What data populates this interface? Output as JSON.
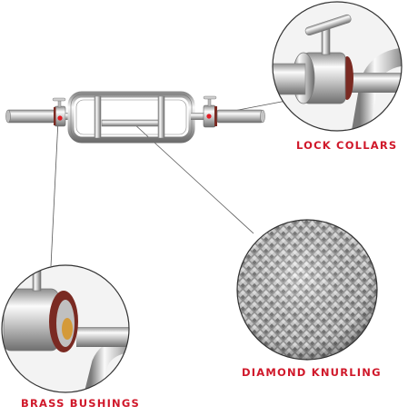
{
  "labels": {
    "lock_collars": "LOCK COLLARS",
    "diamond_knurling": "DIAMOND KNURLING",
    "brass_bushings": "BRASS BUSHINGS"
  },
  "colors": {
    "label_red": "#d0182a",
    "marker_red": "#e21b23",
    "chrome_light": "#f4f4f4",
    "chrome_dark": "#8a8a8a",
    "leader_line": "#555555",
    "brass_bushing": "#7a2a22"
  }
}
